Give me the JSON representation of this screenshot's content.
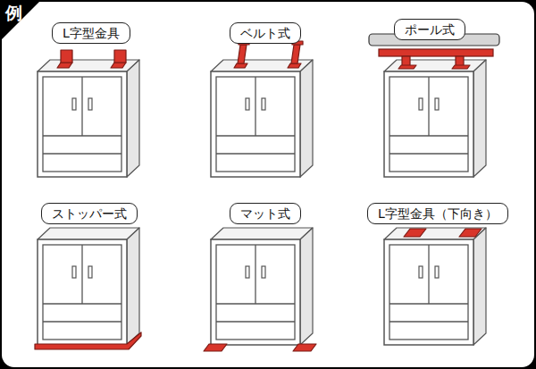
{
  "diagram": {
    "nodes": [
      {
        "text": [
          "L字型金具"
        ]
      },
      {
        "text": [
          "ベルト式"
        ]
      },
      {
        "text": [
          "ポール式"
        ]
      },
      {
        "text": [
          "ストッパー式"
        ]
      },
      {
        "text": [
          "マット式"
        ]
      },
      {
        "text": [
          "L字型金具（下向き）"
        ]
      }
    ],
    "labels": [
      "例"
    ]
  }
}
